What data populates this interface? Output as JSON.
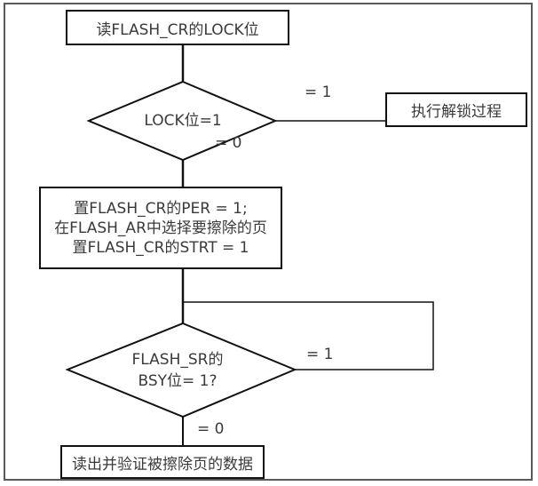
{
  "flowchart": {
    "start_box": "读FLASH_CR的LOCK位",
    "decision_lock": "LOCK位=1",
    "lock_yes_label": "= 1",
    "lock_no_label": "= 0",
    "unlock_box": "执行解锁过程",
    "process_box": {
      "lines": [
        "置FLASH_CR的PER = 1;",
        "在FLASH_AR中选择要擦除的页",
        "置FLASH_CR的STRT = 1"
      ]
    },
    "decision_bsy": {
      "lines": [
        "FLASH_SR的",
        "BSY位= 1?"
      ]
    },
    "bsy_yes_label": "= 1",
    "bsy_no_label": "= 0",
    "end_box": "读出并验证被擦除页的数据"
  },
  "colors": {
    "line": "#111111",
    "text": "#3a3a3a",
    "frame": "#5a5a5a"
  }
}
